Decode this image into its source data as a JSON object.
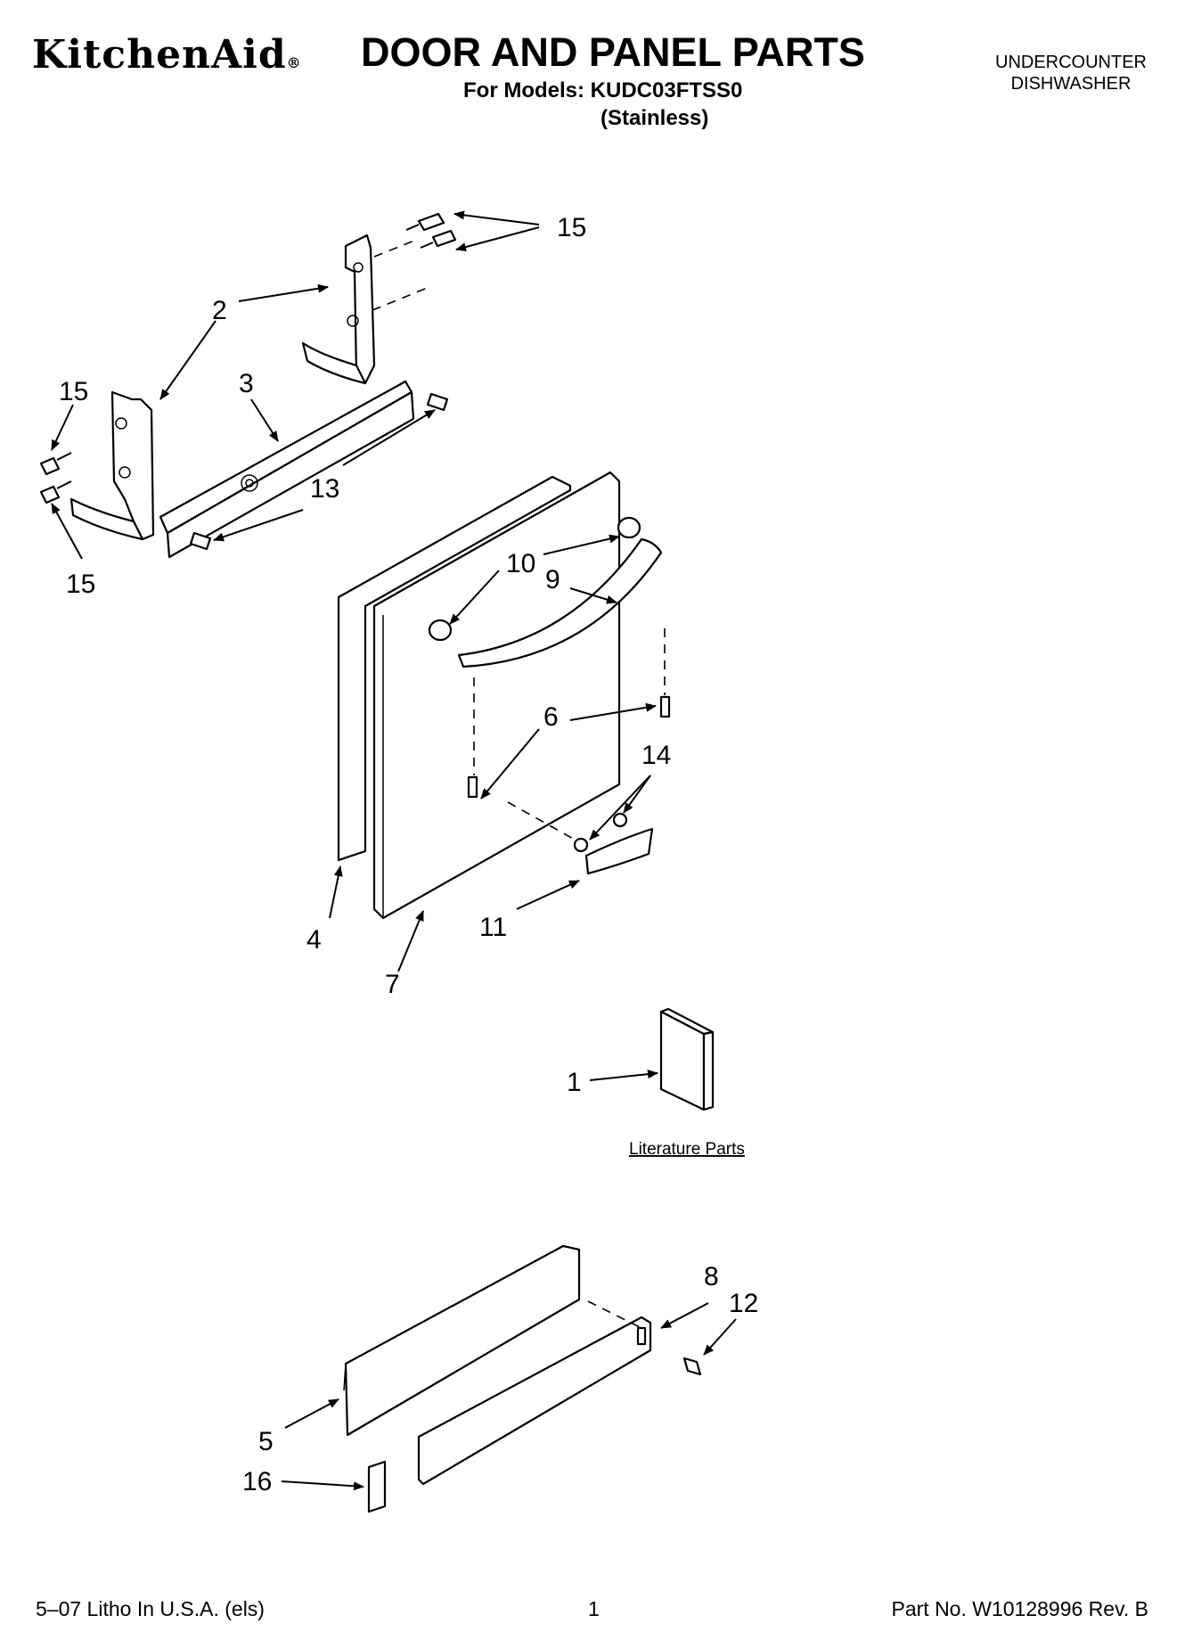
{
  "header": {
    "brand": "KitchenAid",
    "registered_mark": "®",
    "title": "DOOR AND PANEL PARTS",
    "models": "For Models: KUDC03FTSS0",
    "variant": "(Stainless)",
    "category_line1": "UNDERCOUNTER",
    "category_line2": "DISHWASHER"
  },
  "callouts": {
    "c1": "1",
    "c2": "2",
    "c3": "3",
    "c4": "4",
    "c5": "5",
    "c6": "6",
    "c7": "7",
    "c8": "8",
    "c9": "9",
    "c10": "10",
    "c11": "11",
    "c12": "12",
    "c13": "13",
    "c14": "14",
    "c15a": "15",
    "c15b": "15",
    "c15c": "15",
    "c16": "16"
  },
  "literature_label": "Literature Parts",
  "footer": {
    "left": "5–07 Litho In U.S.A. (els)",
    "page": "1",
    "part_no": "Part No. W10128996 Rev. B"
  }
}
